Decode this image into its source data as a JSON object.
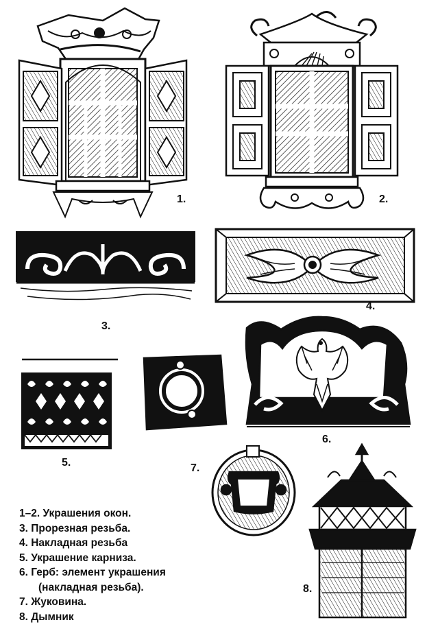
{
  "figure_numbers": [
    "1.",
    "2.",
    "3.",
    "4.",
    "5.",
    "6.",
    "7.",
    "8."
  ],
  "legend": [
    "1–2. Украшения окон.",
    "3. Прорезная резьба.",
    "4. Накладная резьба",
    "5. Украшение карниза.",
    "6. Герб: элемент украшения",
    "(накладная резьба).",
    "7. Жуковина.",
    "8. Дымник"
  ],
  "colors": {
    "ink": "#111111",
    "paper": "#ffffff"
  }
}
